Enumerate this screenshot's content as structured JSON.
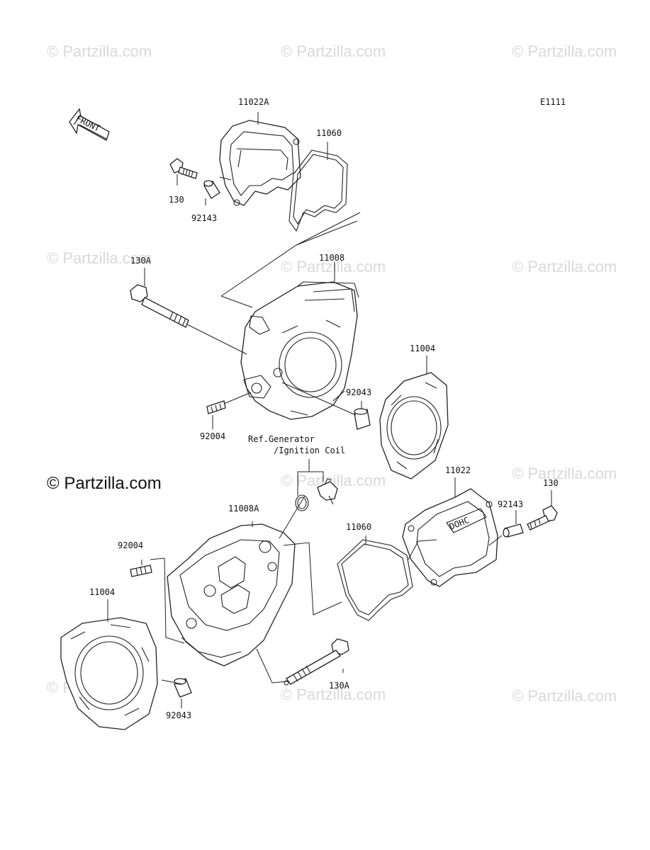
{
  "diagram_code": "E1111",
  "watermark": "© Partzilla.com",
  "front_arrow_text": "FRONT",
  "callouts": {
    "cover_top": "11022A",
    "gasket_top": "11060",
    "bolt_top": "130",
    "dowel_top": "92143",
    "bolt_long_top": "130A",
    "head_top": "11008",
    "gasket_head_top": "11004",
    "dowel_head_top": "92043",
    "stud_top": "92004",
    "ref_line1": "Ref.Generator",
    "ref_line2": "/Ignition Coil",
    "cover_bottom": "11022",
    "bolt_bottom": "130",
    "dowel_bottom": "92143",
    "head_bottom": "11008A",
    "gasket_bottom": "11060",
    "stud_bottom": "92004",
    "gasket_head_bottom": "11004",
    "bolt_long_bottom": "130A",
    "dowel_head_bottom": "92043"
  },
  "cover_emboss": "DOHC"
}
